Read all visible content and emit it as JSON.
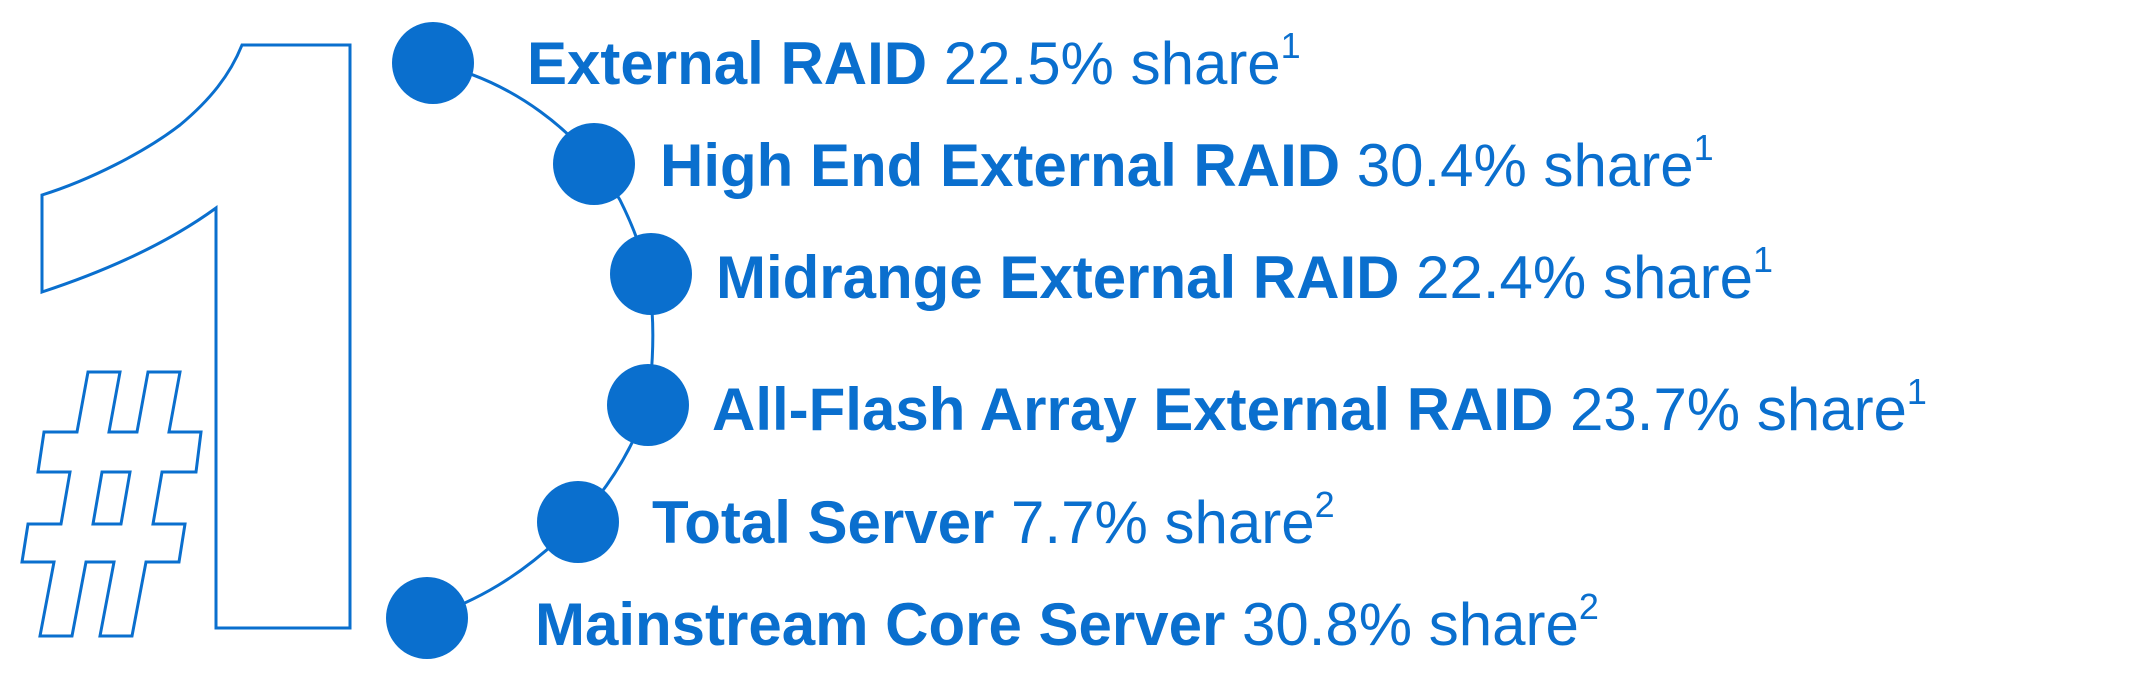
{
  "colors": {
    "accent": "#0a6fce"
  },
  "rank_badge": {
    "hash": "#",
    "number": "1"
  },
  "items": [
    {
      "name": "External RAID",
      "value": "22.5% share",
      "note": "1"
    },
    {
      "name": "High End External RAID",
      "value": "30.4% share",
      "note": "1"
    },
    {
      "name": "Midrange External RAID",
      "value": "22.4% share",
      "note": "1"
    },
    {
      "name": "All-Flash Array External RAID",
      "value": "23.7% share",
      "note": "1"
    },
    {
      "name": "Total Server",
      "value": "7.7% share",
      "note": "2"
    },
    {
      "name": "Mainstream Core Server",
      "value": "30.8% share",
      "note": "2"
    }
  ]
}
